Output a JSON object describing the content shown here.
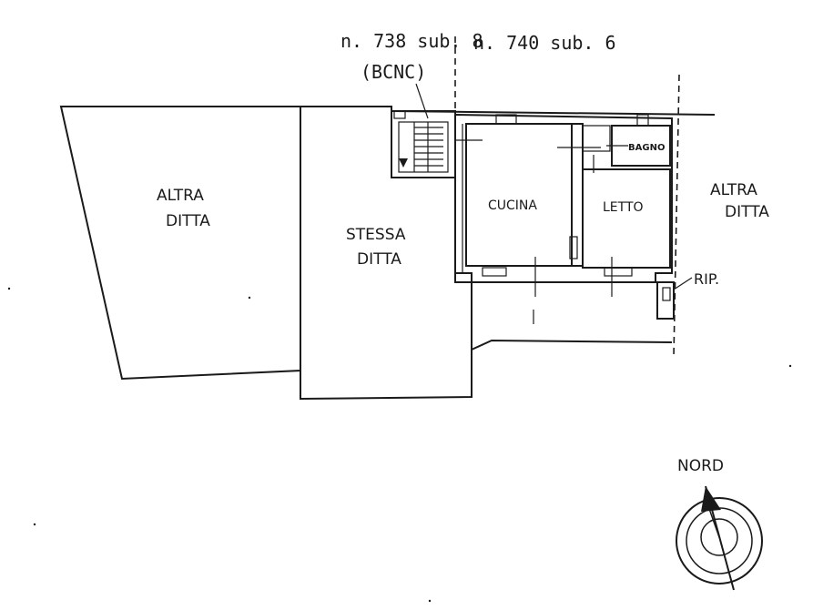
{
  "header": {
    "parcel_left": "n. 738 sub. 8",
    "parcel_left_note": "(BCNC)",
    "parcel_right": "n. 740   sub. 6"
  },
  "labels": {
    "altra_ditta_left_1": "ALTRA",
    "altra_ditta_left_2": "DITTA",
    "stessa_ditta_1": "STESSA",
    "stessa_ditta_2": "DITTA",
    "cucina": "CUCINA",
    "letto": "LETTO",
    "bagno": "BAGNO",
    "altra_ditta_right_1": "ALTRA",
    "altra_ditta_right_2": "DITTA",
    "rip": "RIP."
  },
  "compass": {
    "label": "NORD"
  }
}
